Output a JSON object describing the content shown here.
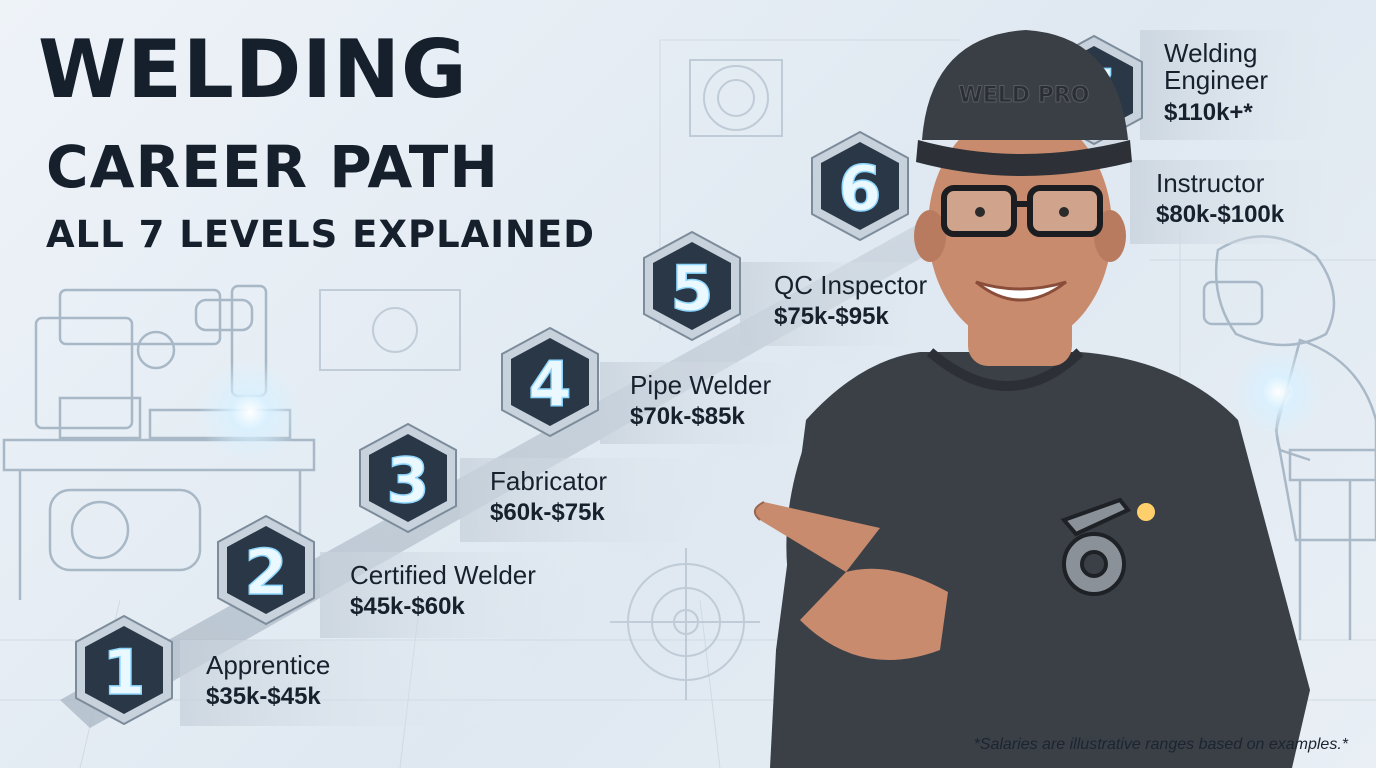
{
  "title": {
    "line1": "WELDING",
    "line2": "CAREER PATH",
    "line3": "ALL 7 LEVELS EXPLAINED"
  },
  "levels": [
    {
      "number": "1",
      "title": "Apprentice",
      "salary": "$35k-$45k"
    },
    {
      "number": "2",
      "title": "Certified Welder",
      "salary": "$45k-$60k"
    },
    {
      "number": "3",
      "title": "Fabricator",
      "salary": "$60k-$75k"
    },
    {
      "number": "4",
      "title": "Pipe Welder",
      "salary": "$70k-$85k"
    },
    {
      "number": "5",
      "title": "QC Inspector",
      "salary": "$75k-$95k"
    },
    {
      "number": "6",
      "title": "Instructor",
      "salary": "$80k-$100k"
    },
    {
      "number": "7",
      "title": "Welding Engineer",
      "salary": "$110k+*"
    }
  ],
  "person": {
    "cap_text": "WELD PRO"
  },
  "footnote": "*Salaries are illustrative ranges based on examples.*",
  "colors": {
    "badge_fill": "#293746",
    "badge_ring": "#c7d2dd",
    "number_glow": "#8fd7ff",
    "title": "#16202d",
    "shirt": "#3b4047",
    "skin": "#c98b6d",
    "spark": "#ffffff"
  }
}
